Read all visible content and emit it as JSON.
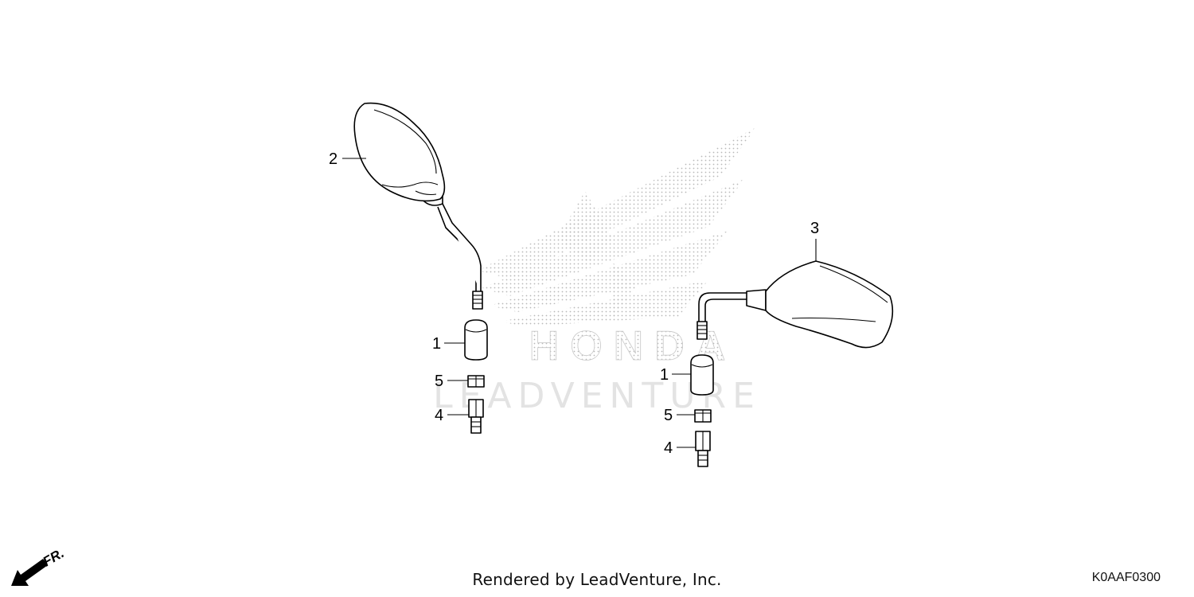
{
  "diagram": {
    "watermark_brand": "HONDA",
    "watermark_vendor": "LEADVENTURE",
    "callouts": {
      "left_cap": "1",
      "left_mirror": "2",
      "right_mirror": "3",
      "left_adapter": "4",
      "left_nut": "5",
      "right_cap": "1",
      "right_nut": "5",
      "right_adapter": "4"
    },
    "front_indicator": "FR.",
    "credit": "Rendered by LeadVenture, Inc.",
    "diagram_code": "K0AAF0300"
  },
  "colors": {
    "line": "#000000",
    "watermark": "#c8c8c8",
    "background": "#ffffff"
  }
}
